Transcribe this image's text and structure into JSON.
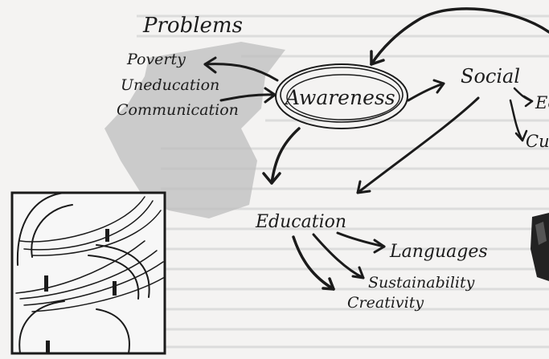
{
  "diagram": {
    "header": "Problems",
    "problems": [
      "Poverty",
      "Uneducation",
      "Communication"
    ],
    "center": "Awareness",
    "social": "Social",
    "social_children": [
      "Ec",
      "Cul"
    ],
    "education": "Education",
    "education_children": [
      "Languages",
      "Sustainability",
      "Creativity"
    ]
  },
  "colors": {
    "ink": "#1b1b1b",
    "wash": "#bdbdbd",
    "paper": "#f4f3f2",
    "print_text": "#d9d9d9"
  }
}
